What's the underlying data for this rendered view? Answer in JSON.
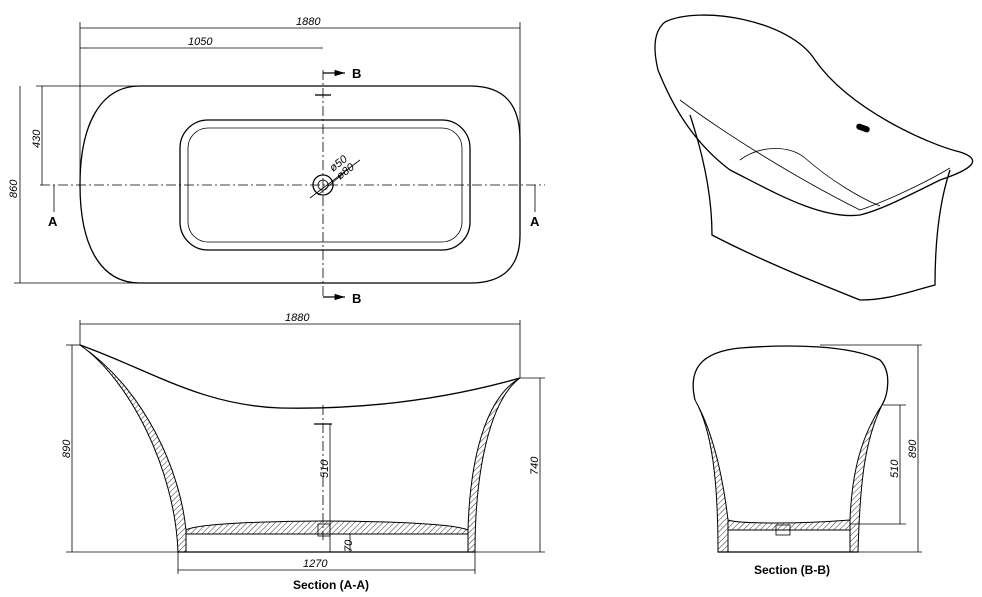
{
  "top_view": {
    "overall_length": "1880",
    "drain_offset": "1050",
    "half_width": "430",
    "overall_width": "860",
    "drain_outer_dia": "ø80",
    "drain_inner_dia": "ø50",
    "section_a_left": "A",
    "section_a_right": "A",
    "section_b_top": "B",
    "section_b_bottom": "B"
  },
  "section_aa": {
    "overall_length": "1880",
    "height_left": "890",
    "height_right": "740",
    "overflow_height": "510",
    "base_length": "1270",
    "base_height": "70",
    "caption": "Section (A-A)"
  },
  "section_bb": {
    "overall_height": "890",
    "overflow_height": "510",
    "caption": "Section (B-B)"
  }
}
